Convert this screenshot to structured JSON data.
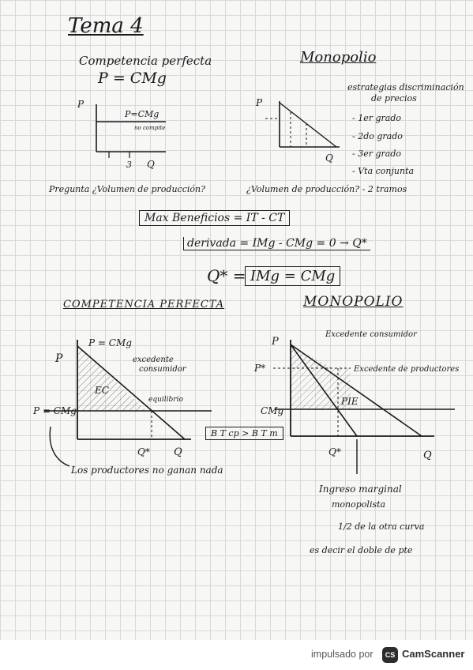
{
  "title": "Tema 4",
  "left_heading": "Competencia perfecta",
  "left_formula": "P = CMg",
  "right_heading": "Monopolio",
  "discrimination": {
    "title_1": "estrategias discriminación",
    "title_2": "de precios",
    "items": [
      "- 1er grado",
      "- 2do grado",
      "- 3er grado",
      "- Vta conjunta"
    ]
  },
  "small_chart_left": {
    "p_label": "P",
    "curve_label": "P=CMg",
    "sub_label": "no compite",
    "tick": "3",
    "q_label": "Q"
  },
  "small_chart_right": {
    "p_label": "P",
    "q_label": "Q"
  },
  "question_left": "Pregunta ¿Volumen de producción?",
  "question_right": "¿Volumen de producción? - 2 tramos",
  "max_line_1": "Max Beneficios = IT - CT",
  "max_line_2": "derivada = IMg - CMg = 0 → Q*",
  "max_line_3": "Q* =",
  "max_line_3_box": "IMg = CMg",
  "section_left": "COMPETENCIA PERFECTA",
  "section_right": "MONOPOLIO",
  "cp_chart": {
    "p_top": "P = CMg",
    "p_axis": "P",
    "p_cmg": "P = CMg",
    "ex_1": "excedente",
    "ex_2": "consumidor",
    "ec": "EC",
    "equilibrio": "equilibrio",
    "q_star": "Q*",
    "q": "Q",
    "note": "Los productores no ganan nada"
  },
  "compare_box": "B T cp > B T m",
  "m_chart": {
    "p_axis": "P",
    "p_star": "P*",
    "cmg": "CMg",
    "ex_cons": "Excedente consumidor",
    "ex_prod": "Excedente de productores",
    "pie": "PIE",
    "q_star": "Q*",
    "q": "Q",
    "img_1": "Ingreso marginal",
    "img_2": "monopolista",
    "img_3": "1/2 de la otra curva",
    "img_4": "es decir el doble de pte"
  },
  "footer": {
    "text": "impulsado por",
    "logo": "CS",
    "brand": "CamScanner"
  }
}
